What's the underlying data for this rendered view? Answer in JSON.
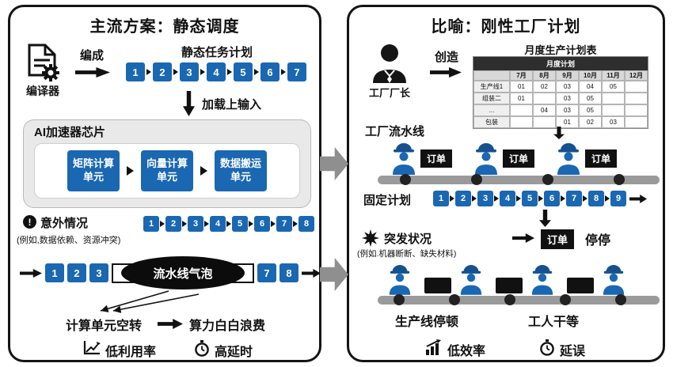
{
  "colors": {
    "block_blue": "#1a67b2",
    "panel_border": "#141414",
    "arrow_gray": "#8f8f8f"
  },
  "left_panel": {
    "title": "主流方案：静态调度",
    "compiler_label": "编译器",
    "compile_label": "编成",
    "plan_title": "静态任务计划",
    "plan_numbers": [
      "1",
      "2",
      "3",
      "4",
      "5",
      "6",
      "7"
    ],
    "load_label": "加载上输入",
    "chip_title": "AI加速器芯片",
    "chip_units": [
      "矩阵计算单元",
      "向量计算单元",
      "数据搬运单元"
    ],
    "unexpected_icon": "!",
    "unexpected_title": "意外情况",
    "unexpected_note": "(例如,数据依赖、资源冲突)",
    "unexpected_numbers": [
      "1",
      "2",
      "3",
      "4",
      "5",
      "6",
      "7",
      "8"
    ],
    "bubble_left": [
      "1",
      "2",
      "3"
    ],
    "bubble_label": "流水线气泡",
    "bubble_right": [
      "7",
      "8"
    ],
    "idle_label": "计算单元空转",
    "waste_label": "算力白白浪费",
    "stat1": "低利用率",
    "stat2": "高延时"
  },
  "right_panel": {
    "title": "比喻：刚性工厂计划",
    "manager_label": "工厂厂长",
    "create_label": "创造",
    "table": {
      "title": "月度生产计划表",
      "corner": "月度计划",
      "months": [
        "7月",
        "8月",
        "9月",
        "10月",
        "11月",
        "12月"
      ],
      "rows": [
        {
          "label": "生产线1",
          "m1": "01",
          "m2": "02",
          "m3": "03",
          "m4": "04",
          "m5": "05",
          "m6": ""
        },
        {
          "label": "组装二",
          "m1": "01",
          "m2": "",
          "m3": "03",
          "m4": "05",
          "m5": "",
          "m6": ""
        },
        {
          "label": "...",
          "m1": "",
          "m2": "04",
          "m3": "03",
          "m4": "05",
          "m5": "",
          "m6": ""
        },
        {
          "label": "包装",
          "m1": "",
          "m2": "",
          "m3": "01",
          "m4": "02",
          "m5": "03",
          "m6": ""
        }
      ]
    },
    "line_title": "工厂流水线",
    "order_badge": "订单",
    "fixed_plan_label": "固定计划",
    "fixed_plan_numbers": [
      "1",
      "2",
      "3",
      "4",
      "5",
      "6",
      "7",
      "8",
      "9"
    ],
    "burst_title": "突发状况",
    "burst_note": "(例如.机器断断、缺失材料)",
    "burst_result": "停停",
    "halt_label": "生产线停顿",
    "wait_label": "工人干等",
    "stat1": "低效率",
    "stat2": "延误"
  }
}
